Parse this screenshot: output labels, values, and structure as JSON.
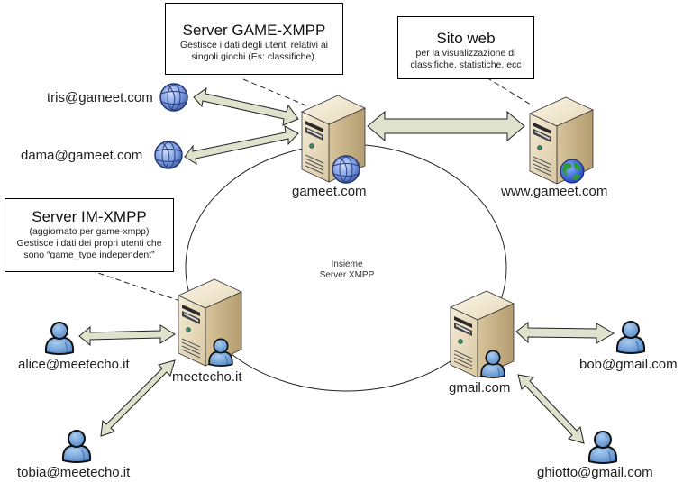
{
  "diagram": {
    "center_label": [
      "Insieme",
      "Server XMPP"
    ],
    "boxes": {
      "game_xmpp": {
        "title": "Server GAME-XMPP",
        "lines": [
          "Gestisce i dati degli utenti relativi ai",
          "singoli giochi (Es: classifiche)."
        ]
      },
      "sito_web": {
        "title": "Sito web",
        "lines": [
          "per la visualizzazione di",
          "classifiche, statistiche, ecc"
        ]
      },
      "im_xmpp": {
        "title": "Server IM-XMPP",
        "lines": [
          "(aggiornato per game-xmpp)",
          "Gestisce i dati dei propri utenti che",
          "sono “game_type independent”"
        ]
      }
    },
    "servers": {
      "gameet": {
        "label": "gameet.com",
        "badge": "globe-blue"
      },
      "www": {
        "label": "www.gameet.com",
        "badge": "globe-earth"
      },
      "meetecho": {
        "label": "meetecho.it",
        "badge": "user"
      },
      "gmail": {
        "label": "gmail.com",
        "badge": "user"
      }
    },
    "clients": {
      "tris": {
        "label": "tris@gameet.com",
        "icon": "globe"
      },
      "dama": {
        "label": "dama@gameet.com",
        "icon": "globe"
      },
      "alice": {
        "label": "alice@meetecho.it",
        "icon": "user"
      },
      "tobia": {
        "label": "tobia@meetecho.it",
        "icon": "user"
      },
      "bob": {
        "label": "bob@gmail.com",
        "icon": "user"
      },
      "ghiotto": {
        "label": "ghiotto@gmail.com",
        "icon": "user"
      }
    },
    "colors": {
      "arrow_fill": "#dfe2cc",
      "server_front": "#e8dcc0",
      "server_side": "#c9b58d",
      "globe": "#5f7fc4",
      "user": "#6d9bd1"
    }
  }
}
